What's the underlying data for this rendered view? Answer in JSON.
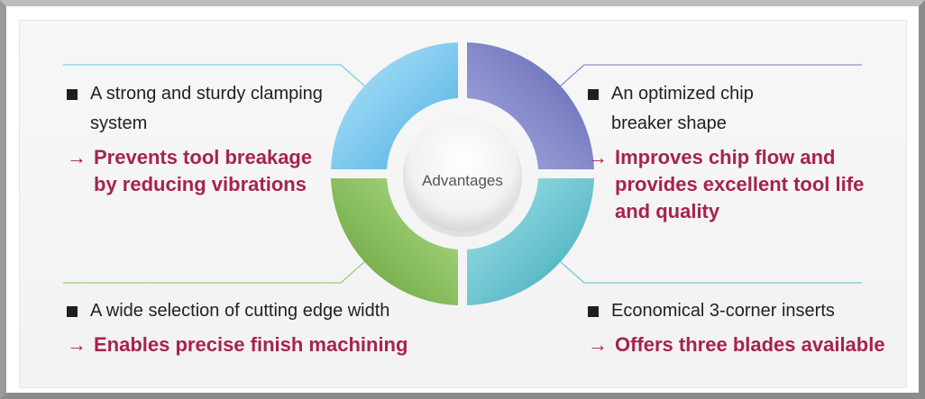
{
  "center": {
    "label": "Advantages"
  },
  "blocks": [
    {
      "point": "A strong and sturdy clamping system",
      "arrow": "→",
      "result": "Prevents tool breakage by reducing vibrations"
    },
    {
      "point": "An optimized chip breaker shape",
      "arrow": "→",
      "result": "Improves chip flow and provides excellent tool life and quality"
    },
    {
      "point": "A wide selection of cutting edge width",
      "arrow": "→",
      "result": "Enables precise finish machining"
    },
    {
      "point": "Economical 3-corner inserts",
      "arrow": "→",
      "result": "Offers three blades available"
    }
  ],
  "colors": {
    "accent": "#a5234f",
    "segment_top_left": "#6fc3ea",
    "segment_top_right": "#7f86c6",
    "segment_bottom_left": "#8fc35e",
    "segment_bottom_right": "#6cc6d2"
  }
}
